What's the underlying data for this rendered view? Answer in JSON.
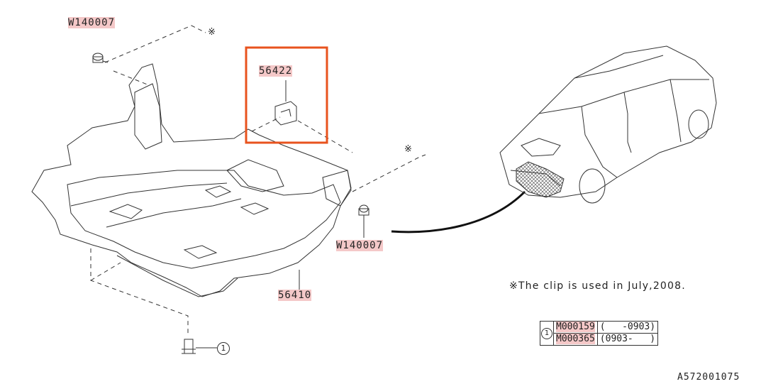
{
  "labels": {
    "clip_top_left": "W140007",
    "clip_right": "W140007",
    "bracket_part": "56422",
    "cover_part": "56410",
    "ref_number": "1",
    "asterisk_top": "※",
    "asterisk_right": "※"
  },
  "note": "※The clip is used in July,2008.",
  "parts_table": {
    "ref": "1",
    "rows": [
      {
        "part": "M000159",
        "range": "(   -0903)"
      },
      {
        "part": "M000365",
        "range": "(0903-   )"
      }
    ]
  },
  "diagram_code": "A572001075",
  "colors": {
    "highlight_box": "#e8531e",
    "label_highlight": "#f4c8c8",
    "line": "#333333"
  }
}
